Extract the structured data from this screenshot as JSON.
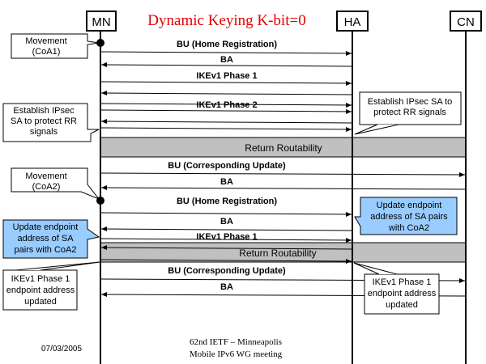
{
  "title": "Dynamic Keying K-bit=0",
  "entities": [
    {
      "id": "MN",
      "label": "MN"
    },
    {
      "id": "HA",
      "label": "HA"
    },
    {
      "id": "CN",
      "label": "CN"
    }
  ],
  "bands": [
    {
      "label": "Return Routability",
      "fill": "#c0c0c0"
    },
    {
      "label": "Return Routability",
      "fill": "#c0c0c0"
    }
  ],
  "messages": [
    {
      "label": "BU (Home Registration)",
      "from": "MN",
      "to": "HA"
    },
    {
      "label": "BA",
      "from": "HA",
      "to": "MN"
    },
    {
      "label": "IKEv1 Phase 1",
      "from": "MN",
      "to": "HA"
    },
    {
      "label": "",
      "from": "HA",
      "to": "MN"
    },
    {
      "label": "IKEv1 Phase 2",
      "from": "MN",
      "to": "HA"
    },
    {
      "label": "",
      "from": "MN",
      "to": "HA"
    },
    {
      "label": "",
      "from": "HA",
      "to": "MN"
    },
    {
      "label": "",
      "from": "MN",
      "to": "HA"
    },
    {
      "label": "BU (Corresponding Update)",
      "from": "MN",
      "to": "CN"
    },
    {
      "label": "BA",
      "from": "CN",
      "to": "MN"
    },
    {
      "label": "BU (Home Registration)",
      "from": "MN",
      "to": "HA"
    },
    {
      "label": "BA",
      "from": "HA",
      "to": "MN"
    },
    {
      "label": "IKEv1 Phase 1",
      "from": "MN",
      "to": "HA"
    },
    {
      "label": "",
      "from": "HA",
      "to": "MN"
    },
    {
      "label": "",
      "from": "MN",
      "to": "HA"
    },
    {
      "label": "BU (Corresponding Update)",
      "from": "MN",
      "to": "CN"
    },
    {
      "label": "BA",
      "from": "CN",
      "to": "MN"
    }
  ],
  "notes": [
    {
      "lines": [
        "Movement",
        "(CoA1)"
      ],
      "fill": "#ffffff"
    },
    {
      "lines": [
        "Establish IPsec",
        "SA to protect RR",
        "signals"
      ],
      "fill": "#ffffff"
    },
    {
      "lines": [
        "Establish IPsec SA to",
        "protect RR signals"
      ],
      "fill": "#ffffff"
    },
    {
      "lines": [
        "Movement",
        "(CoA2)"
      ],
      "fill": "#ffffff"
    },
    {
      "lines": [
        "Update endpoint",
        "address of SA pairs",
        "with CoA2"
      ],
      "fill": "#99ccff"
    },
    {
      "lines": [
        "Update endpoint",
        "address of SA",
        "pairs with CoA2"
      ],
      "fill": "#99ccff"
    },
    {
      "lines": [
        "IKEv1 Phase 1",
        "endpoint address",
        "updated"
      ],
      "fill": "#ffffff"
    },
    {
      "lines": [
        "IKEv1 Phase 1",
        "endpoint address",
        "updated"
      ],
      "fill": "#ffffff"
    }
  ],
  "footer": {
    "date": "07/03/2005",
    "line1": "62nd IETF – Minneapolis",
    "line2": "Mobile IPv6 WG meeting"
  },
  "colors": {
    "title": "#e00000",
    "band": "#c0c0c0",
    "highlight_note": "#99ccff"
  }
}
